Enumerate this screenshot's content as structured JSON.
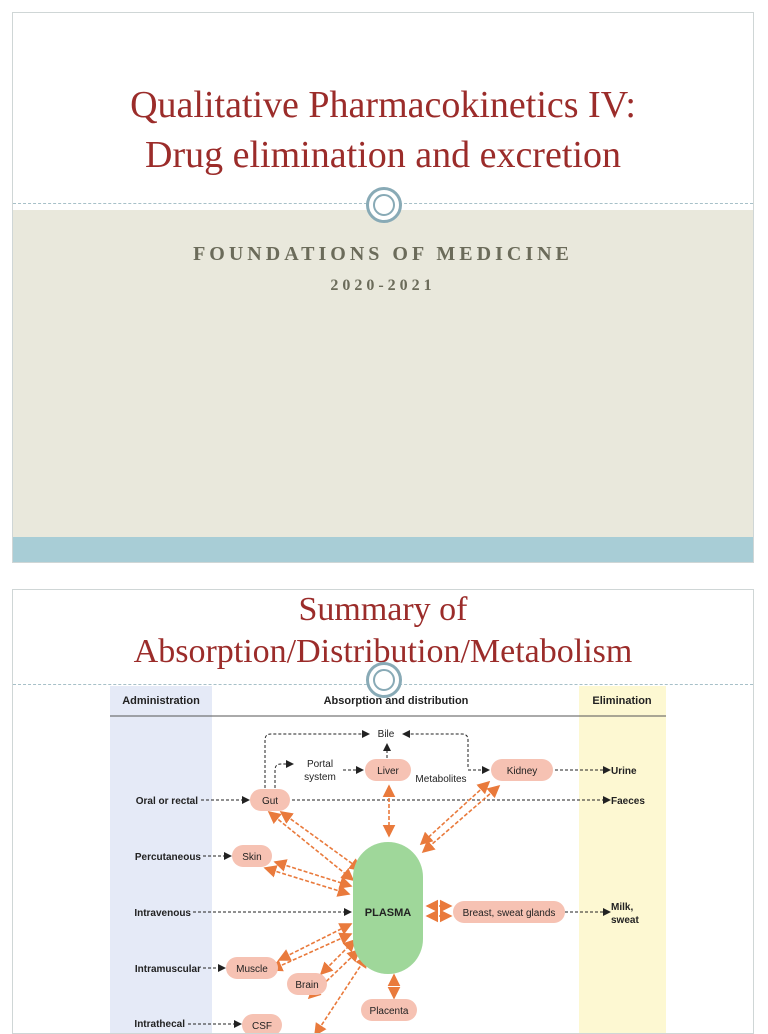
{
  "slide1": {
    "title_line1": "Qualitative Pharmacokinetics IV:",
    "title_line2": "Drug elimination and excretion",
    "subtitle": "FOUNDATIONS OF MEDICINE",
    "year": "2020-2021"
  },
  "slide2": {
    "title_line1": "Summary of",
    "title_line2": "Absorption/Distribution/Metabolism",
    "diagram": {
      "header_admin": "Administration",
      "header_absorption": "Absorption and distribution",
      "header_elimination": "Elimination",
      "routes": [
        "Oral or rectal",
        "Percutaneous",
        "Intravenous",
        "Intramuscular",
        "Intrathecal"
      ],
      "nodes": {
        "gut": "Gut",
        "skin": "Skin",
        "muscle": "Muscle",
        "brain": "Brain",
        "csf": "CSF",
        "liver": "Liver",
        "kidney": "Kidney",
        "bile": "Bile",
        "plasma": "PLASMA",
        "breast": "Breast, sweat glands",
        "placenta": "Placenta"
      },
      "portal_line1": "Portal",
      "portal_line2": "system",
      "metabolites": "Metabolites",
      "outputs": {
        "urine": "Urine",
        "faeces": "Faeces",
        "milk_line1": "Milk,",
        "milk_line2": "sweat"
      }
    }
  },
  "colors": {
    "title": "#9b2c2a",
    "band": "#e9e8dc",
    "footer": "#a8cdd6",
    "node": "#f6c2b3",
    "plasma": "#9fd79a",
    "arrow": "#e97a3c"
  }
}
